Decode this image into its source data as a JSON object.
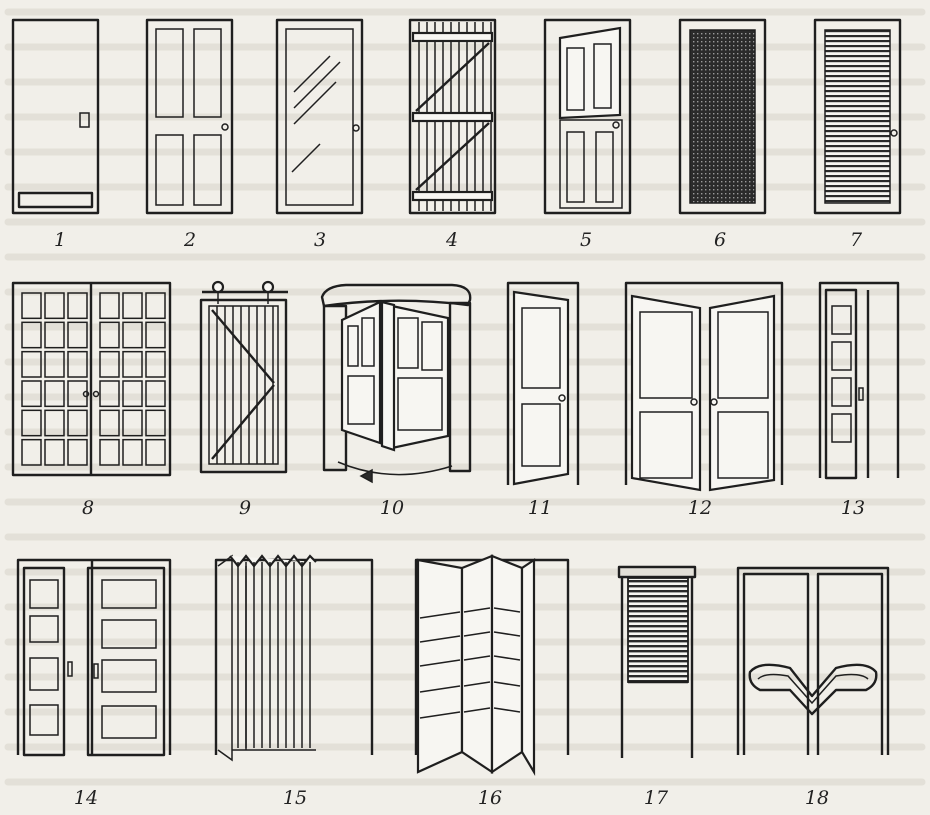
{
  "figure": {
    "labels": [
      "1",
      "2",
      "3",
      "4",
      "5",
      "6",
      "7",
      "8",
      "9",
      "10",
      "11",
      "12",
      "13",
      "14",
      "15",
      "16",
      "17",
      "18"
    ]
  }
}
